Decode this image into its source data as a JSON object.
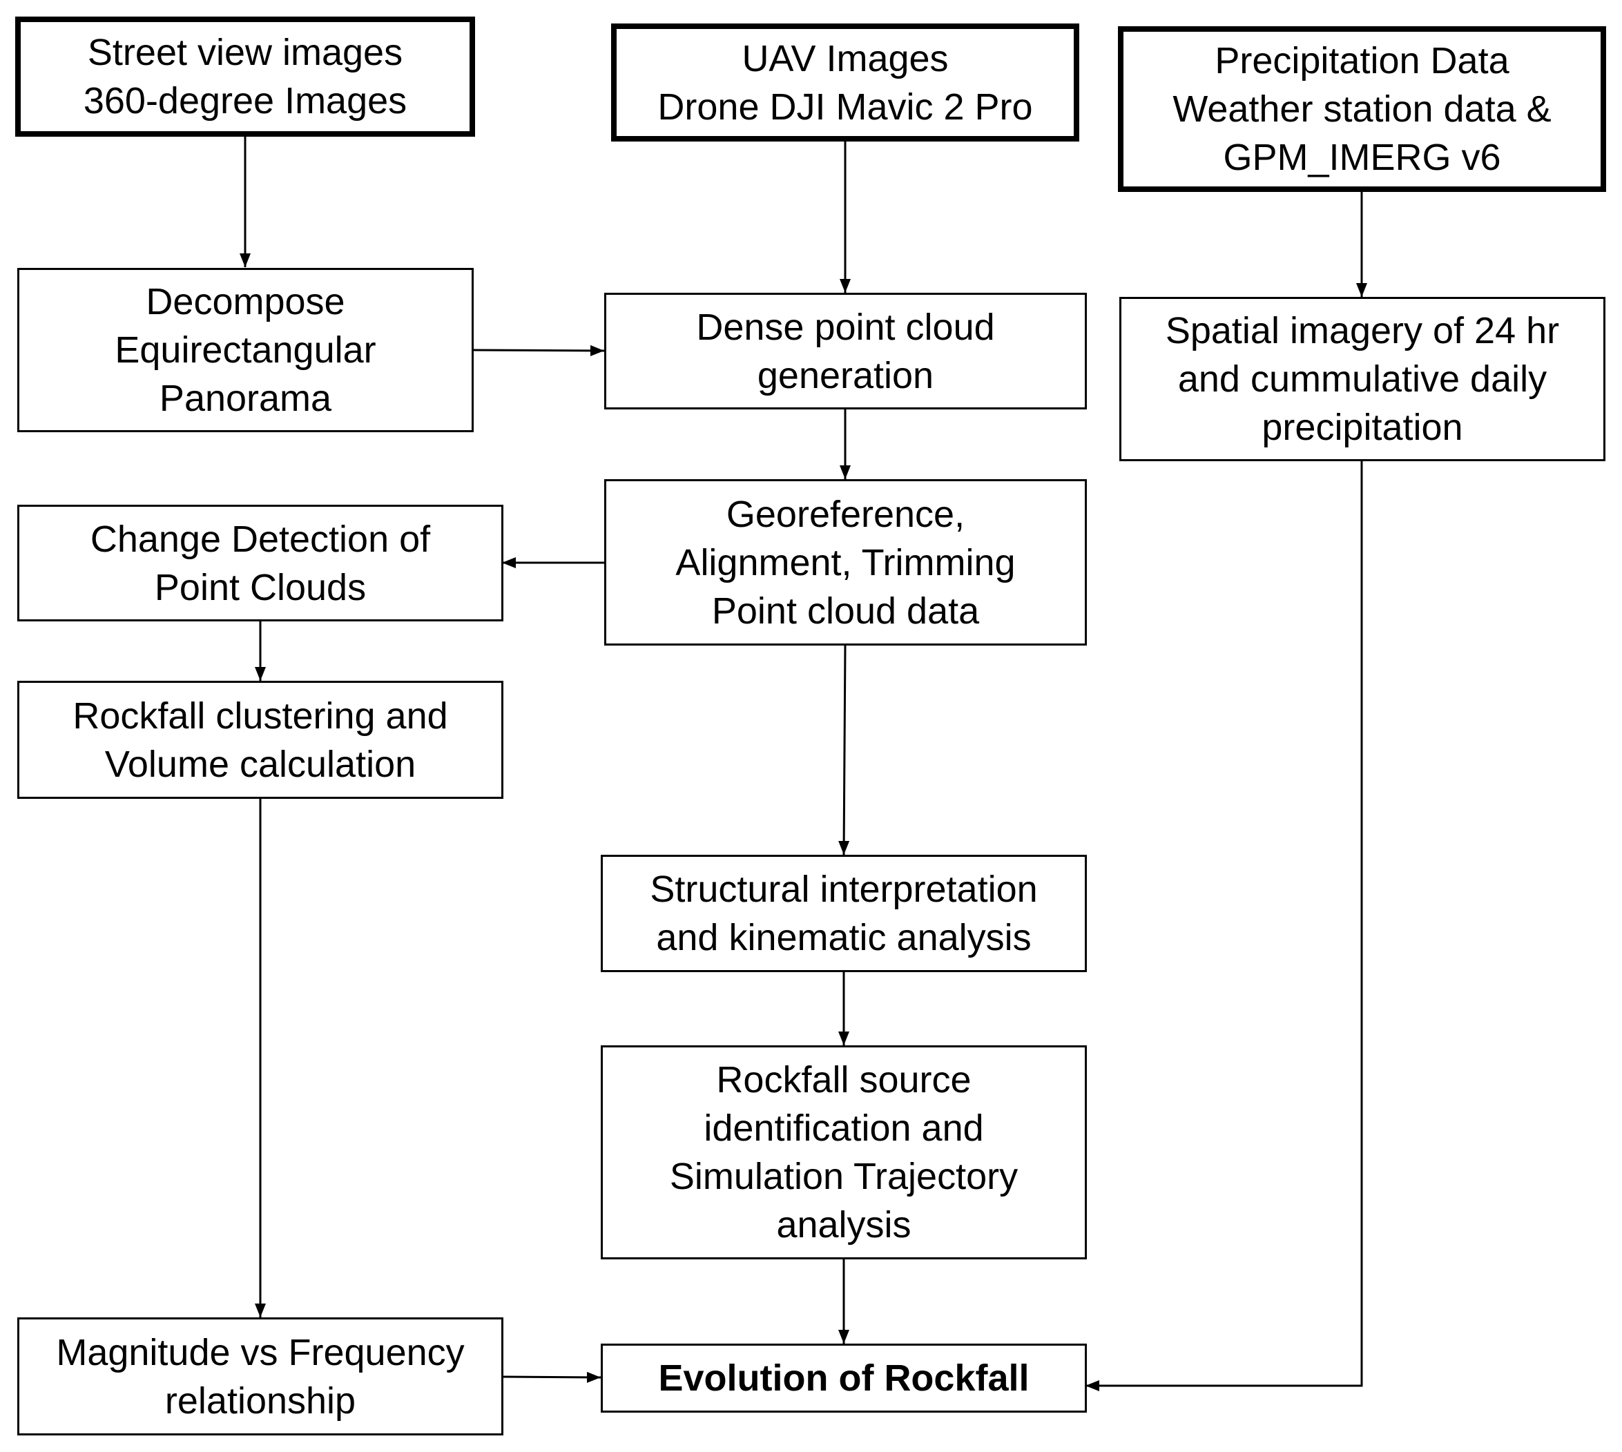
{
  "nodes": {
    "street_view": "Street view images\n360-degree Images",
    "uav": "UAV Images\nDrone DJI Mavic 2 Pro",
    "precip": "Precipitation Data\nWeather station data  &\nGPM_IMERG v6",
    "decompose": "Decompose\nEquirectangular\nPanorama",
    "dense": "Dense point cloud\ngeneration",
    "spatial": "Spatial imagery of 24 hr\nand cummulative daily\nprecipitation",
    "change": "Change Detection of\nPoint Clouds",
    "georef": "Georeference,\nAlignment, Trimming\nPoint cloud data",
    "cluster": "Rockfall clustering and\nVolume calculation",
    "structural": "Structural interpretation\nand kinematic analysis",
    "source": "Rockfall source\nidentification and\nSimulation Trajectory\nanalysis",
    "magnitude": "Magnitude vs Frequency\nrelationship",
    "evolution": "Evolution of Rockfall"
  },
  "edges": [
    {
      "from": "street_view",
      "to": "decompose"
    },
    {
      "from": "uav",
      "to": "dense"
    },
    {
      "from": "precip",
      "to": "spatial"
    },
    {
      "from": "decompose",
      "to": "dense"
    },
    {
      "from": "dense",
      "to": "georef"
    },
    {
      "from": "georef",
      "to": "change"
    },
    {
      "from": "change",
      "to": "cluster"
    },
    {
      "from": "georef",
      "to": "structural"
    },
    {
      "from": "structural",
      "to": "source"
    },
    {
      "from": "source",
      "to": "evolution"
    },
    {
      "from": "cluster",
      "to": "magnitude"
    },
    {
      "from": "magnitude",
      "to": "evolution"
    },
    {
      "from": "spatial",
      "to": "evolution"
    }
  ],
  "colors": {
    "stroke": "#000000",
    "background": "#ffffff"
  }
}
